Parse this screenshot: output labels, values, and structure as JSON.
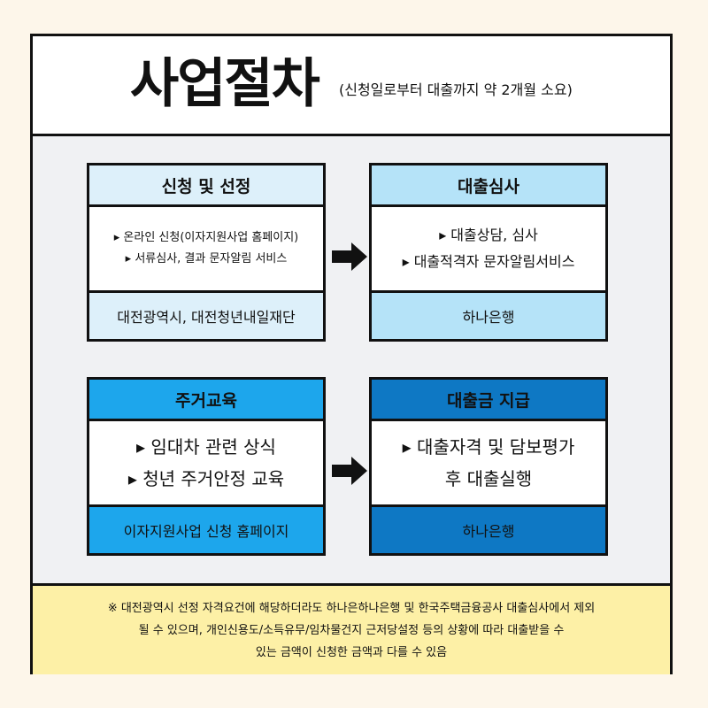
{
  "header": {
    "title": "사업절차",
    "subtitle": "(신청일로부터 대출까지 약 2개월 소요)"
  },
  "steps": [
    {
      "title": "신청 및 선정",
      "lines": [
        "▸ 온라인 신청(이자지원사업 홈페이지)",
        "▸ 서류심사, 결과 문자알림 서비스"
      ],
      "footer": "대전광역시, 대전청년내일재단",
      "colors": {
        "head": "#ddf0fa",
        "foot": "#ddf0fa"
      }
    },
    {
      "title": "대출심사",
      "lines": [
        "▸ 대출상담, 심사",
        "▸ 대출적격자 문자알림서비스"
      ],
      "footer": "하나은행",
      "colors": {
        "head": "#b5e3f8",
        "foot": "#b5e3f8"
      }
    },
    {
      "title": "주거교육",
      "lines": [
        "▸ 임대차 관련 상식",
        "▸ 청년 주거안정 교육"
      ],
      "footer": "이자지원사업 신청 홈페이지",
      "colors": {
        "head": "#1da6ec",
        "foot": "#1da6ec"
      }
    },
    {
      "title": "대출금 지급",
      "lines": [
        "▸ 대출자격 및 담보평가",
        "후 대출실행"
      ],
      "footer": "하나은행",
      "colors": {
        "head": "#0e78c4",
        "foot": "#0e78c4"
      }
    }
  ],
  "arrows": [
    "arrow-right-icon",
    "arrow-right-icon"
  ],
  "note": {
    "lines": [
      "※ 대전광역시 선정 자격요건에 해당하더라도 하나은하나은행 및 한국주택금융공사 대출심사에서 제외",
      "될 수 있으며, 개인신용도/소득유무/임차물건지 근저당설정 등의 상황에 따라 대출받을 수",
      "있는 금액이 신청한 금액과 다를 수 있음"
    ]
  }
}
